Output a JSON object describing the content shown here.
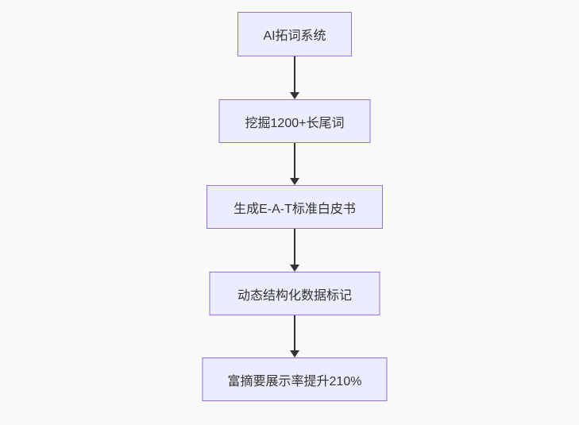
{
  "flowchart": {
    "type": "flowchart-top-down",
    "background_color": "#fafafa",
    "node_fill_color": "#ECECFF",
    "node_border_color": "#9370DB",
    "arrow_color": "#333333",
    "text_color": "#333333",
    "nodes": [
      {
        "id": "n1",
        "label": "AI拓词系统"
      },
      {
        "id": "n2",
        "label": "挖掘1200+长尾词"
      },
      {
        "id": "n3",
        "label": "生成E-A-T标准白皮书"
      },
      {
        "id": "n4",
        "label": "动态结构化数据标记"
      },
      {
        "id": "n5",
        "label": "富摘要展示率提升210%"
      }
    ],
    "edges": [
      {
        "from": "n1",
        "to": "n2"
      },
      {
        "from": "n2",
        "to": "n3"
      },
      {
        "from": "n3",
        "to": "n4"
      },
      {
        "from": "n4",
        "to": "n5"
      }
    ]
  }
}
